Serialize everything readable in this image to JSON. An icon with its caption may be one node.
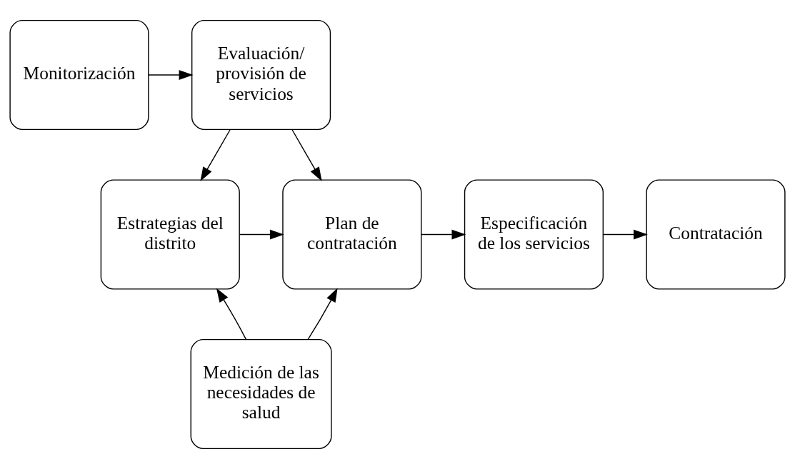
{
  "diagram": {
    "nodes": [
      {
        "text": [
          "Evaluación/ provisión de servicios"
        ]
      },
      {
        "text": [
          "Monitorización"
        ]
      },
      {
        "text": [
          "Estrategias del distrito"
        ]
      },
      {
        "text": [
          "Plan de contratación"
        ]
      },
      {
        "text": [
          "Especificación de los servicios"
        ]
      },
      {
        "text": [
          "Contratación"
        ]
      },
      {
        "text": [
          "Medición de las necesidades de salud"
        ]
      }
    ],
    "edges": [
      {
        "from": 1,
        "to": 0,
        "arrow": "to"
      },
      {
        "from": 0,
        "to": 2,
        "arrow": "to"
      },
      {
        "from": 0,
        "to": 3,
        "arrow": "to"
      },
      {
        "from": 2,
        "to": 3,
        "arrow": "to"
      },
      {
        "from": 3,
        "to": 4,
        "arrow": "to"
      },
      {
        "from": 4,
        "to": 5,
        "arrow": "to"
      },
      {
        "from": 6,
        "to": 2,
        "arrow": "to"
      },
      {
        "from": 6,
        "to": 3,
        "arrow": "to"
      }
    ]
  }
}
